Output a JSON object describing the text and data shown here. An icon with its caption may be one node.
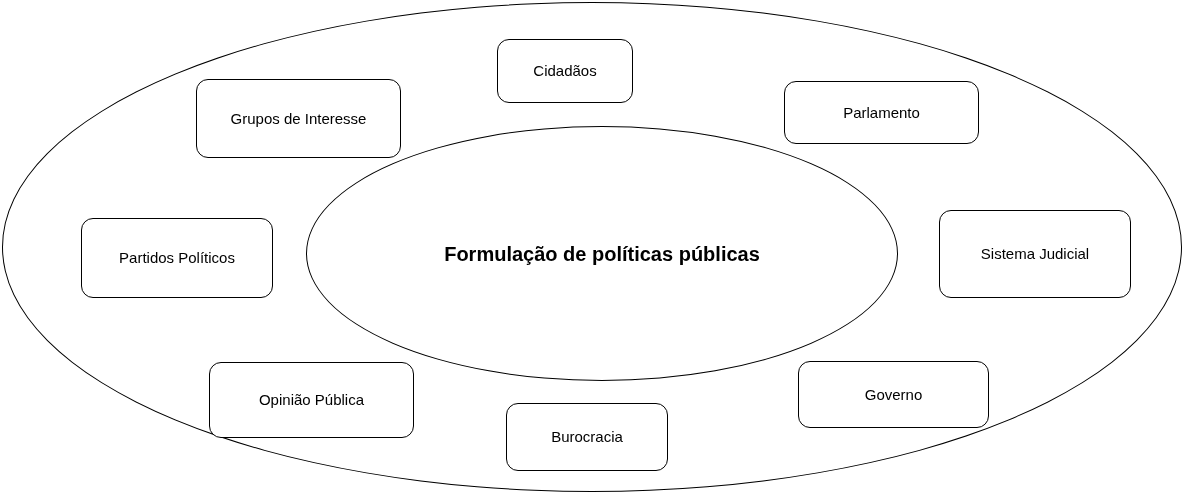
{
  "diagram": {
    "nodes": [
      {
        "text": [],
        "shape": "ellipse"
      },
      {
        "text": [
          "Formulação de políticas públicas"
        ],
        "in": 0
      },
      {
        "text": [
          "Cidadãos"
        ],
        "in": 0
      },
      {
        "text": [
          "Grupos de Interesse"
        ],
        "in": 0
      },
      {
        "text": [
          "Parlamento"
        ],
        "in": 0
      },
      {
        "text": [
          "Partidos Políticos"
        ],
        "in": 0
      },
      {
        "text": [
          "Sistema Judicial"
        ],
        "in": 0
      },
      {
        "text": [
          "Opinião Pública"
        ],
        "in": 0
      },
      {
        "text": [
          "Governo"
        ],
        "in": 0
      },
      {
        "text": [
          "Burocracia"
        ],
        "in": 0
      }
    ],
    "edges": []
  }
}
